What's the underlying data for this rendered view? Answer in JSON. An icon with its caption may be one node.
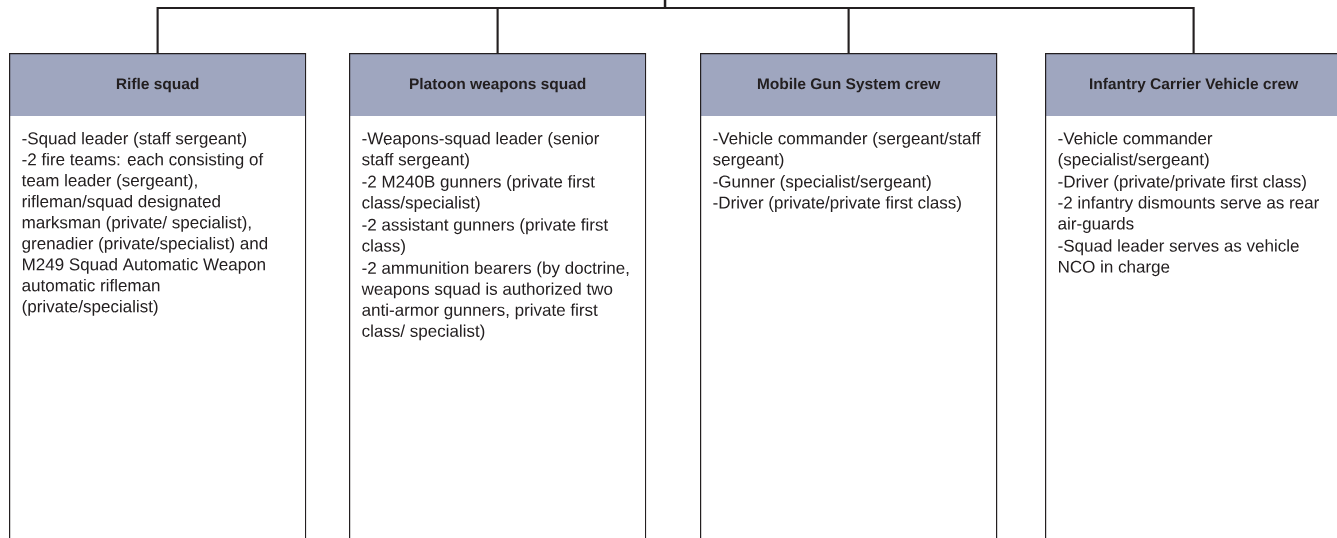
{
  "diagram": {
    "nodes": [
      {
        "text": [
          "Rifle squad",
          "-Squad leader (staff sergeant)",
          "-2 fire teams: each consisting of team leader (sergeant), rifleman/squad designated marksman (private/ specialist), grenadier (private/specialist) and M249 Squad Automatic Weapon automatic rifleman (private/specialist)"
        ]
      },
      {
        "text": [
          "Platoon weapons squad",
          "-Weapons-squad leader (senior staff sergeant)",
          "-2 M240B gunners (private first class/specialist)",
          "-2 assistant gunners (private first class)",
          "-2 ammunition bearers (by doctrine, weapons squad is authorized two anti-armor gunners, private first class/ specialist)"
        ]
      },
      {
        "text": [
          "Mobile Gun System crew",
          "-Vehicle commander (sergeant/staff sergeant)",
          "-Gunner (specialist/sergeant)",
          "-Driver (private/private first class)"
        ]
      },
      {
        "text": [
          "Infantry Carrier Vehicle crew",
          "-Vehicle commander (specialist/sergeant)",
          "-Driver (private/private first class)",
          "-2 infantry dismounts serve as rear air-guards",
          "-Squad leader serves as vehicle NCO in charge"
        ]
      }
    ],
    "edges": [
      {
        "from": null,
        "to": 0,
        "arrow": "none"
      },
      {
        "from": null,
        "to": 1,
        "arrow": "none"
      },
      {
        "from": null,
        "to": 2,
        "arrow": "none"
      },
      {
        "from": null,
        "to": 3,
        "arrow": "none"
      }
    ]
  }
}
